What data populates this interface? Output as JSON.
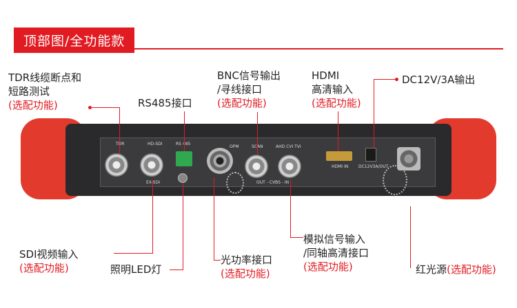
{
  "title": "顶部图/全功能款",
  "labels": {
    "tdr_line1": "TDR线缆断点和",
    "tdr_line2": "短路测试",
    "tdr_opt": "(选配功能)",
    "rs485": "RS485接口",
    "bnc_line1": "BNC信号输出",
    "bnc_line2": "/寻线接口",
    "bnc_opt": "(选配功能)",
    "hdmi_line1": "HDMI",
    "hdmi_line2": "高清输入",
    "hdmi_opt": "(选配功能)",
    "dc": "DC12V/3A输出",
    "sdi_line1": "SDI视频输入",
    "sdi_opt": "(选配功能)",
    "led": "照明LED灯",
    "opm_line1": "光功率接口",
    "opm_opt": "(选配功能)",
    "analog_line1": "模拟信号输入",
    "analog_line2": "/同轴高清接口",
    "analog_opt": "(选配功能)",
    "vfl": "红光源",
    "vfl_opt": "(选配功能)"
  },
  "panel_text": {
    "tdr": "TDR",
    "hdsdi": "HD-SDI",
    "exsdi": "EX-SDI",
    "rs485": "RS 485",
    "opm": "OPM",
    "scan": "SCAN",
    "ahd": "AHD CVI TVI",
    "out_in": "OUT - CVBS - IN",
    "hdmi_in": "HDMI IN",
    "dc": "DC12V3A/OUT"
  },
  "colors": {
    "accent": "#e11b22",
    "bumper": "#e23a2c",
    "device": "#2a2a2c"
  }
}
